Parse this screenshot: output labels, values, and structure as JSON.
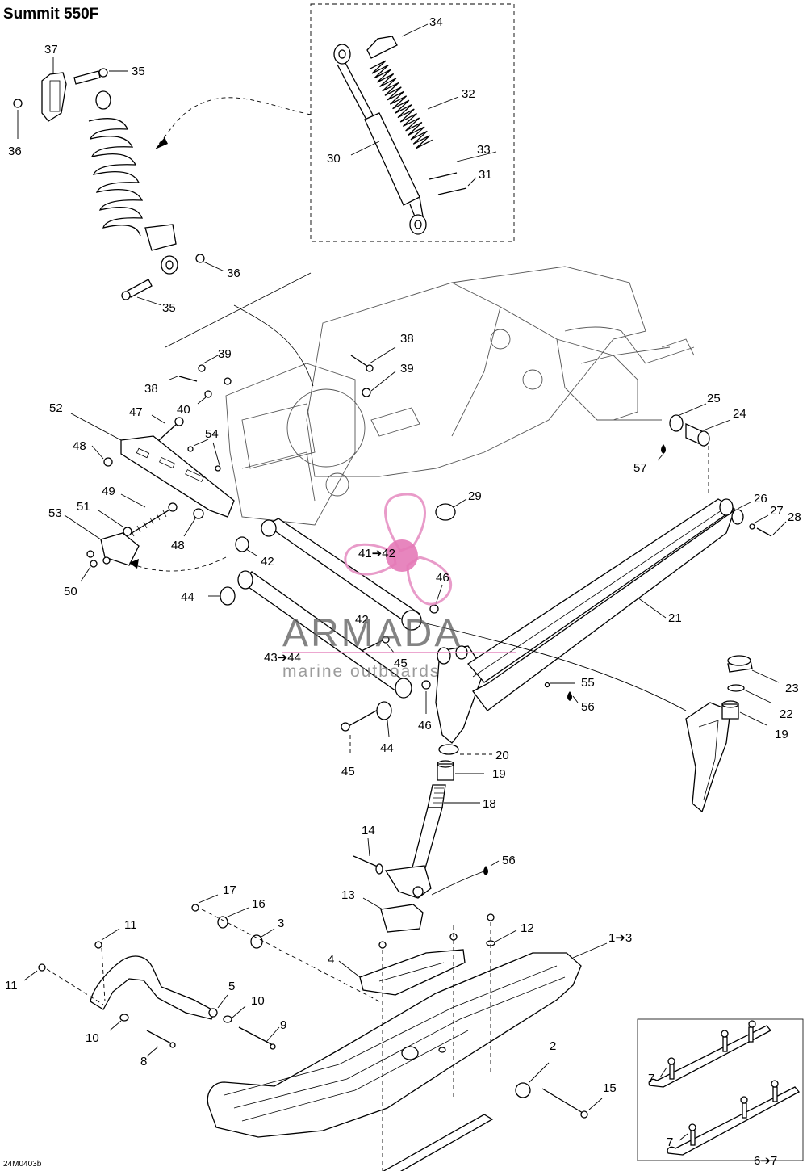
{
  "title": "Summit 550F",
  "drawing_code": "24M0403b",
  "watermark": {
    "brand": "ARMADA",
    "tagline": "marine outboards"
  },
  "callouts": {
    "c1_3": "1➔3",
    "c2": "2",
    "c3": "3",
    "c4": "4",
    "c5": "5",
    "c6_7": "6➔7",
    "c7a": "7",
    "c7b": "7",
    "c8": "8",
    "c9": "9",
    "c10a": "10",
    "c10b": "10",
    "c11a": "11",
    "c11b": "11",
    "c12": "12",
    "c13": "13",
    "c14": "14",
    "c15": "15",
    "c16": "16",
    "c17": "17",
    "c18": "18",
    "c19a": "19",
    "c19b": "19",
    "c20": "20",
    "c21": "21",
    "c22": "22",
    "c23": "23",
    "c24": "24",
    "c25": "25",
    "c26": "26",
    "c27": "27",
    "c28": "28",
    "c29": "29",
    "c30": "30",
    "c31": "31",
    "c32": "32",
    "c33": "33",
    "c34": "34",
    "c35a": "35",
    "c35b": "35",
    "c36a": "36",
    "c36b": "36",
    "c37": "37",
    "c38a": "38",
    "c38b": "38",
    "c39a": "39",
    "c39b": "39",
    "c40": "40",
    "c41_42": "41➔42",
    "c42a": "42",
    "c42b": "42",
    "c43_44": "43➔44",
    "c44a": "44",
    "c44b": "44",
    "c45a": "45",
    "c45b": "45",
    "c46a": "46",
    "c46b": "46",
    "c47": "47",
    "c48a": "48",
    "c48b": "48",
    "c49": "49",
    "c50": "50",
    "c51": "51",
    "c52": "52",
    "c53": "53",
    "c54": "54",
    "c55": "55",
    "c56a": "56",
    "c56b": "56",
    "c57": "57"
  }
}
